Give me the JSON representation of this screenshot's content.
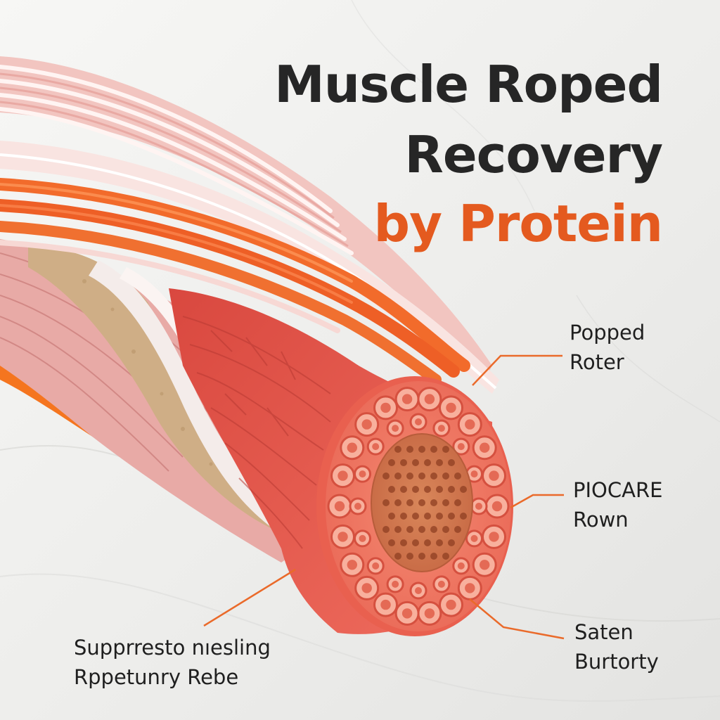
{
  "title": {
    "line1": "Muscle Roped",
    "line2": "Recovery",
    "line3": "by Protein"
  },
  "labels": [
    {
      "line1": "Popped",
      "line2": "Roter"
    },
    {
      "line1": "PIOCARE",
      "line2": "Rown"
    },
    {
      "line1": "Saten",
      "line2": "Burtorty"
    },
    {
      "line1": "Supprresto nıesling",
      "line2": "Rppetunry Rebe"
    }
  ],
  "colors": {
    "accent": "#e45a1f",
    "title_text": "#262626",
    "background": "#eeeeec",
    "muscle_red": "#e0574a",
    "tendon_orange": "#f06a2a",
    "sheath_pink": "#f3d6d2",
    "fat_layer": "#cfae86"
  }
}
